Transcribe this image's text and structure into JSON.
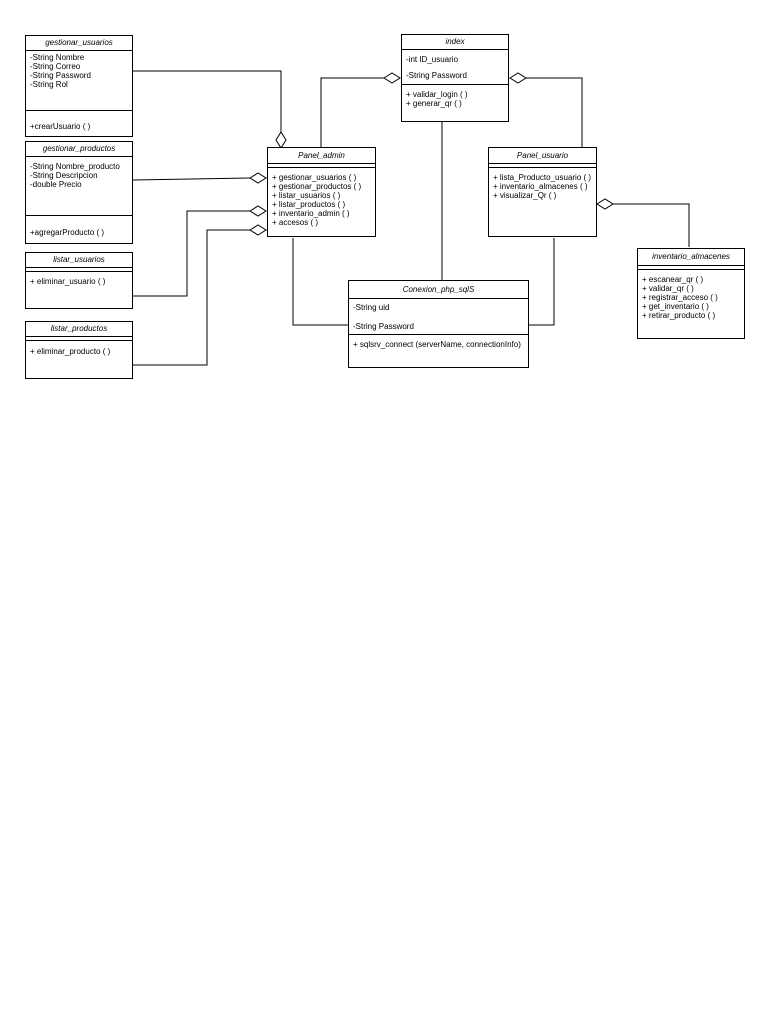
{
  "classes": {
    "gestionar_usuarios": {
      "name": "gestionar_usuarios",
      "attributes": [
        "-String Nombre",
        "-String Correo",
        "-String Password",
        "-String Rol"
      ],
      "operations": [
        "+crearUsuario ( )"
      ]
    },
    "gestionar_productos": {
      "name": "gestionar_productos",
      "attributes": [
        "-String Nombre_producto",
        "-String Descripcion",
        "-double Precio"
      ],
      "operations": [
        "+agregarProducto ( )"
      ]
    },
    "listar_usuarios": {
      "name": "listar_usuarios",
      "operations": [
        "+ eliminar_usuario ( )"
      ]
    },
    "listar_productos": {
      "name": "listar_productos",
      "operations": [
        "+ eliminar_producto ( )"
      ]
    },
    "index": {
      "name": "index",
      "attributes": [
        "-int ID_usuario",
        "-String Password"
      ],
      "operations": [
        "+ validar_login ( )",
        "+ generar_qr ( )"
      ]
    },
    "panel_admin": {
      "name": "Panel_admin",
      "operations": [
        "+ gestionar_usuarios ( )",
        "+ gestionar_productos ( )",
        "+ listar_usuarios ( )",
        "+ listar_productos ( )",
        "+ inventario_admin ( )",
        "+ accesos ( )"
      ]
    },
    "panel_usuario": {
      "name": "Panel_usuario",
      "operations": [
        "+ lista_Producto_usuario ( )",
        "+ inventario_almacenes ( )",
        "+ visualizar_Qr ( )"
      ]
    },
    "inventario_almacenes": {
      "name": "inventario_almacenes",
      "operations": [
        "+ escanear_qr ( )",
        "+ validar_qr ( )",
        "+ registrar_acceso ( )",
        "+ get_inventario ( )",
        "+ retirar_producto ( )"
      ]
    },
    "conexion": {
      "name": "Conexion_php_sqlS",
      "attributes": [
        "-String uid",
        "-String Password"
      ],
      "operations": [
        "+ sqlsrv_connect (serverName, connectionInfo)"
      ]
    }
  }
}
